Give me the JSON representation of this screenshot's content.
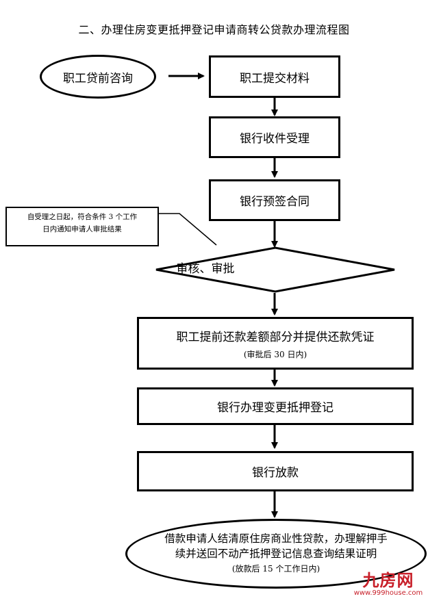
{
  "title": "二、办理住房变更抵押登记申请商转公贷款办理流程图",
  "start_node": "职工贷前咨询",
  "steps": {
    "submit": "职工提交材料",
    "accept": "银行收件受理",
    "presign": "银行预签合同",
    "review": "审核、审批",
    "repay_main": "职工提前还款差额部分并提供还款凭证",
    "repay_note": "(审批后 30 日内)",
    "change_mortgage": "银行办理变更抵押登记",
    "release": "银行放款"
  },
  "side_note": {
    "line1": "自受理之日起，符合条件 3 个工作",
    "line2": "日内通知申请人审批结果"
  },
  "end_node": {
    "line1": "借款申请人结清原住房商业性贷款，办理解押手",
    "line2": "续并送回不动产抵押登记信息查询结果证明",
    "line3": "(放款后 15 个工作日内)"
  },
  "watermark": {
    "brand": "九房网",
    "url": "www.999house.com"
  }
}
